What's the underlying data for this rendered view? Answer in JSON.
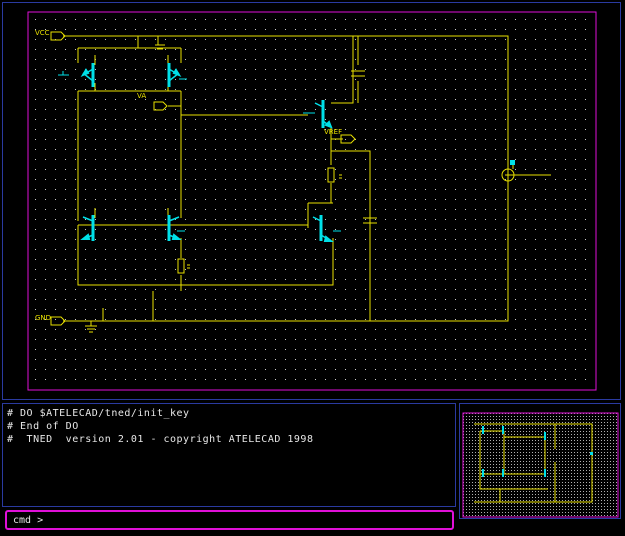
{
  "schematic": {
    "labels": {
      "vcc": "VCC",
      "gnd": "GND",
      "va": "VA",
      "vref": "VREF"
    },
    "colors": {
      "background": "#000000",
      "grid_dot": "#c8c8c8",
      "wire": "#e8e000",
      "component": "#00e0e8",
      "frame": "#e010d8",
      "pane_border": "#2a3aa0",
      "label": "#e8e000"
    }
  },
  "console": {
    "lines": [
      "# DO $ATELECAD/tned/init_key",
      "# End of DO",
      "#  TNED  version 2.01 - copyright ATELECAD 1998"
    ]
  },
  "command": {
    "prompt": "cmd >",
    "value": ""
  },
  "overview": {
    "colors": {
      "frame": "#e010d8",
      "background": "#000000"
    }
  }
}
